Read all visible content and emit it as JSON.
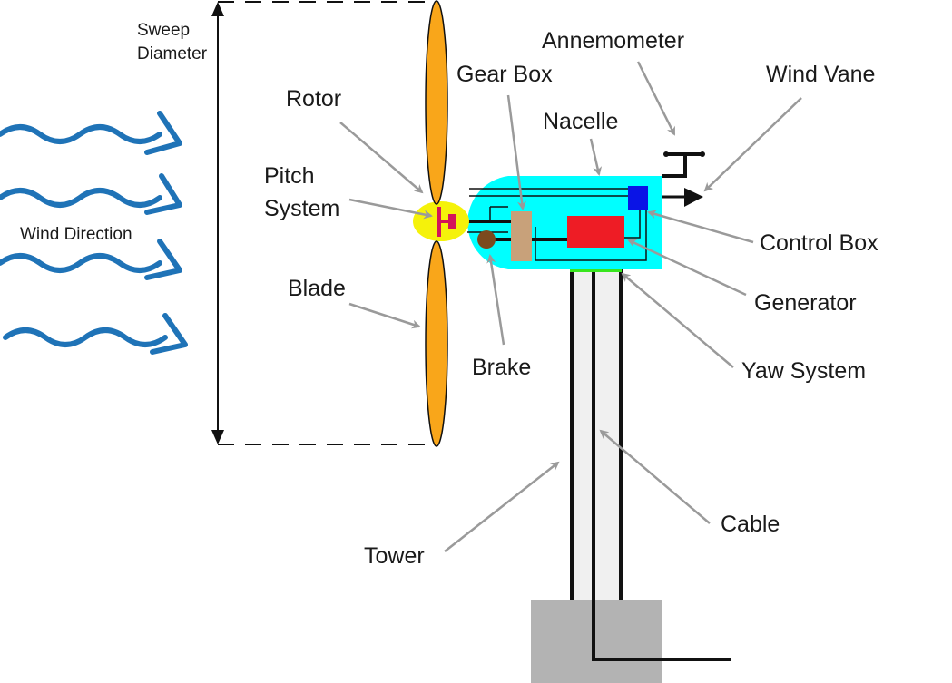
{
  "labels": {
    "sweep": [
      "Sweep",
      "Diameter"
    ],
    "wind_direction": "Wind Direction",
    "rotor": "Rotor",
    "pitch_system": [
      "Pitch",
      "System"
    ],
    "blade": "Blade",
    "gear_box": "Gear Box",
    "annemometer": "Annemometer",
    "nacelle": "Nacelle",
    "wind_vane": "Wind Vane",
    "control_box": "Control Box",
    "generator": "Generator",
    "brake": "Brake",
    "yaw_system": "Yaw System",
    "tower": "Tower",
    "cable": "Cable"
  },
  "colors": {
    "wind_arrows": "#1f73b7",
    "blade": "#f9a61a",
    "hub": "#f5f20a",
    "pitch_system": "#d4145a",
    "nacelle": "#00ffff",
    "gear_box": "#c8a17a",
    "brake": "#7b4a1e",
    "generator": "#ee1c25",
    "control_box": "#0a14e6",
    "yaw_system": "#39e61e",
    "tower": "#f0f0f0",
    "foundation": "#b3b3b3",
    "leader_arrows": "#9a9a9a"
  }
}
